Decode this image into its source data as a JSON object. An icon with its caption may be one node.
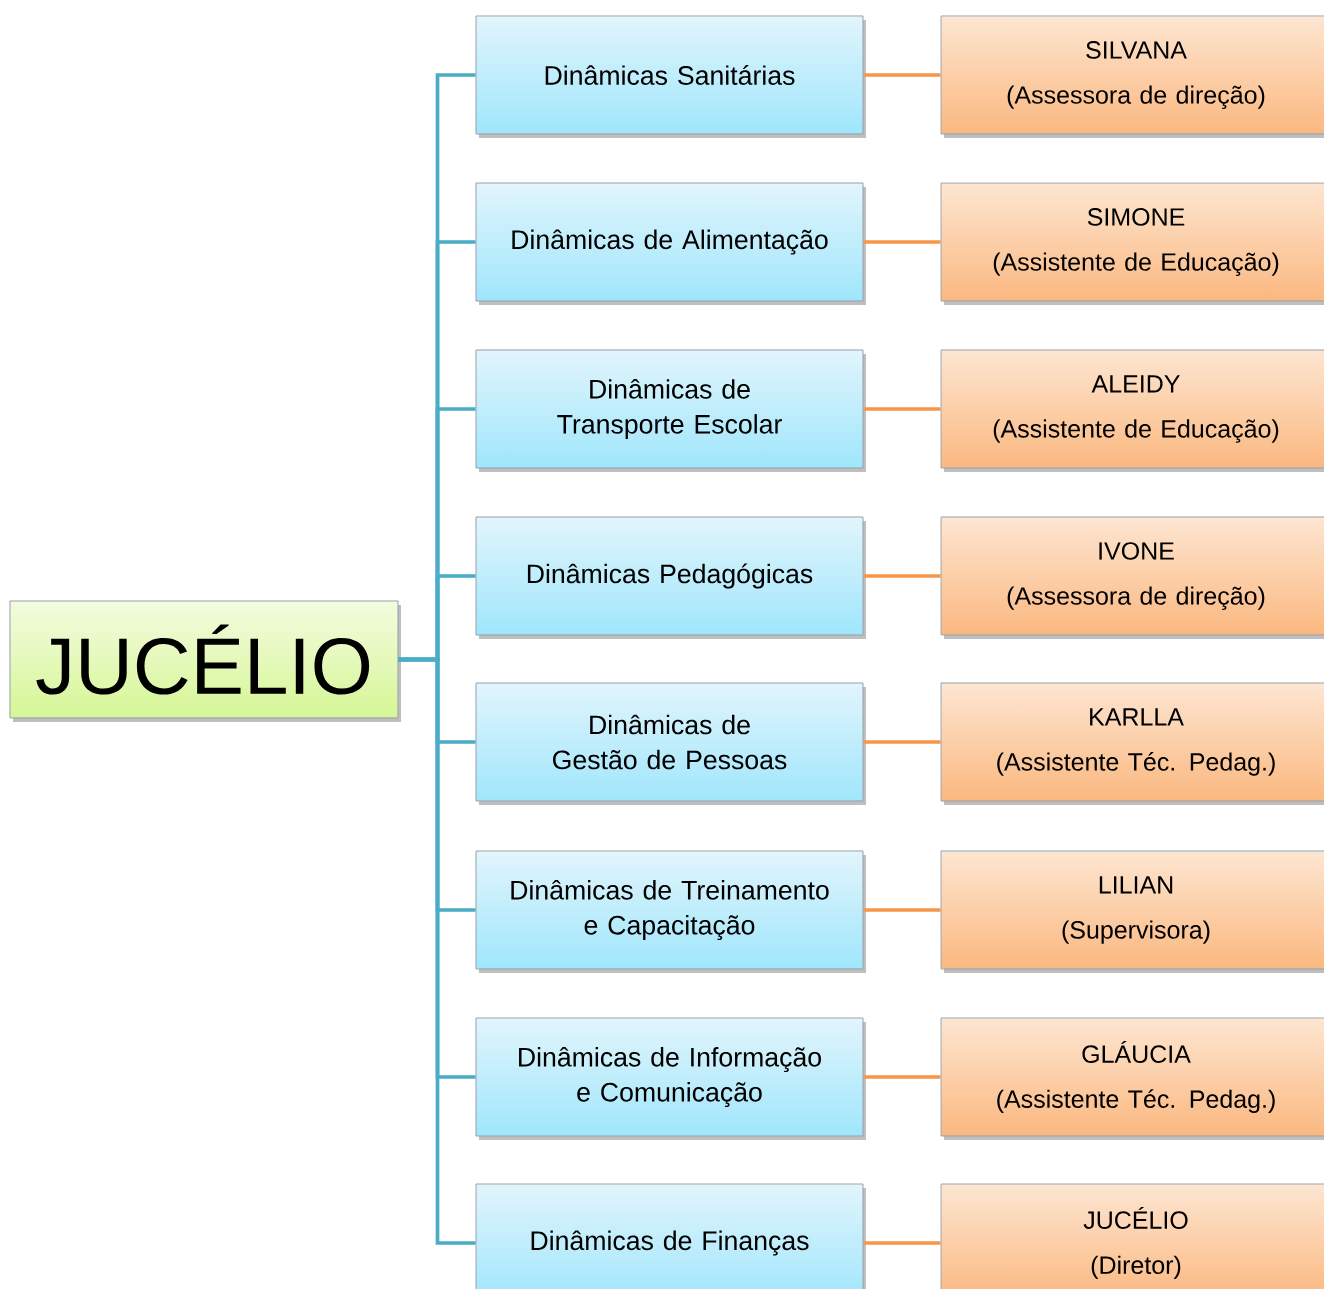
{
  "diagram": {
    "nodes": [
      {
        "text": [
          "JUCÉLIO"
        ]
      },
      {
        "text": [
          "Dinâmicas Sanitárias"
        ]
      },
      {
        "text": [
          "SILVANA",
          "(Assessora de direção)"
        ]
      },
      {
        "text": [
          "Dinâmicas de Alimentação"
        ]
      },
      {
        "text": [
          "SIMONE",
          "(Assistente de Educação)"
        ]
      },
      {
        "text": [
          "Dinâmicas de Transporte Escolar"
        ]
      },
      {
        "text": [
          "ALEIDY",
          "(Assistente de Educação)"
        ]
      },
      {
        "text": [
          "Dinâmicas Pedagógicas"
        ]
      },
      {
        "text": [
          "IVONE",
          "(Assessora de direção)"
        ]
      },
      {
        "text": [
          "Dinâmicas de Gestão de Pessoas"
        ]
      },
      {
        "text": [
          "KARLLA",
          "(Assistente Téc. Pedag.)"
        ]
      },
      {
        "text": [
          "Dinâmicas de Treinamento e Capacitação"
        ]
      },
      {
        "text": [
          "LILIAN",
          "(Supervisora)"
        ]
      },
      {
        "text": [
          "Dinâmicas de Informação e Comunicação"
        ]
      },
      {
        "text": [
          "GLÁUCIA",
          "(Assistente Téc. Pedag.)"
        ]
      },
      {
        "text": [
          "Dinâmicas de Finanças"
        ]
      },
      {
        "text": [
          "JUCÉLIO",
          "(Diretor)"
        ]
      }
    ],
    "edges": [
      {
        "from": 0,
        "to": 1,
        "arrow": "none",
        "color": "#4bacc6"
      },
      {
        "from": 1,
        "to": 2,
        "arrow": "none",
        "color": "#f79646"
      },
      {
        "from": 0,
        "to": 3,
        "arrow": "none",
        "color": "#4bacc6"
      },
      {
        "from": 3,
        "to": 4,
        "arrow": "none",
        "color": "#f79646"
      },
      {
        "from": 0,
        "to": 5,
        "arrow": "none",
        "color": "#4bacc6"
      },
      {
        "from": 5,
        "to": 6,
        "arrow": "none",
        "color": "#f79646"
      },
      {
        "from": 0,
        "to": 7,
        "arrow": "none",
        "color": "#4bacc6"
      },
      {
        "from": 7,
        "to": 8,
        "arrow": "none",
        "color": "#f79646"
      },
      {
        "from": 0,
        "to": 9,
        "arrow": "none",
        "color": "#4bacc6"
      },
      {
        "from": 9,
        "to": 10,
        "arrow": "none",
        "color": "#f79646"
      },
      {
        "from": 0,
        "to": 11,
        "arrow": "none",
        "color": "#4bacc6"
      },
      {
        "from": 11,
        "to": 12,
        "arrow": "none",
        "color": "#f79646"
      },
      {
        "from": 0,
        "to": 13,
        "arrow": "none",
        "color": "#4bacc6"
      },
      {
        "from": 13,
        "to": 14,
        "arrow": "none",
        "color": "#f79646"
      },
      {
        "from": 0,
        "to": 15,
        "arrow": "none",
        "color": "#4bacc6"
      },
      {
        "from": 15,
        "to": 16,
        "arrow": "none",
        "color": "#f79646"
      }
    ]
  }
}
